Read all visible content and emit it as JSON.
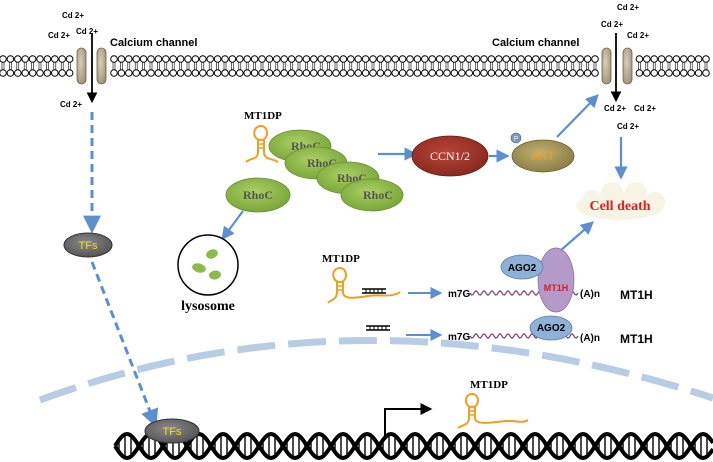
{
  "ions": {
    "cd_top_a": "Cd 2+",
    "cd_top_b": "Cd 2+",
    "cd_top_c": "Cd 2+",
    "cd_in_left": "Cd 2+",
    "cd_tr_a": "Cd 2+",
    "cd_tr_b": "Cd 2+",
    "cd_tr_c": "Cd 2+",
    "cd_in_r_a": "Cd 2+",
    "cd_in_r_b": "Cd 2+",
    "cd_in_r_c": "Cd 2+"
  },
  "channels": {
    "left_label": "Calcium channel",
    "right_label": "Calcium channel"
  },
  "molecules": {
    "mt1dp_top": "MT1DP",
    "rhoc_1": "RhoC",
    "rhoc_2": "RhoC",
    "rhoc_3": "RhoC",
    "rhoc_4": "RhoC",
    "rhoc_5": "RhoC",
    "ccn": "CCN1/2",
    "phos": "P",
    "akt": "AKT",
    "cell_death": "Cell death",
    "lysosome": "lysosome",
    "tfs_cyto": "TFs",
    "tfs_dna": "TFs",
    "mt1dp_mid": "MT1DP",
    "ago2_top": "AGO2",
    "mt1h_protein": "MT1H",
    "m7g_top": "m7G",
    "polya_top": "(A)n",
    "mt1h_gene_top": "MT1H",
    "m7g_bot": "m7G",
    "ago2_bot": "AGO2",
    "polya_bot": "(A)n",
    "mt1h_gene_bot": "MT1H",
    "mt1dp_nuc": "MT1DP"
  },
  "colors": {
    "arrow_blue": "#5b8fd0",
    "rhoc_green": "#8dbb4a",
    "ccn_red": "#a33a2e",
    "akt_olive": "#a89a5a",
    "tfs_gray": "#777777",
    "ago2_blue": "#8fb1d8",
    "mt1h_purple": "#b49ac8",
    "rna_orange": "#f0a020",
    "cell_death_red": "#e02020",
    "nucleus_blue": "#b8cde3"
  }
}
